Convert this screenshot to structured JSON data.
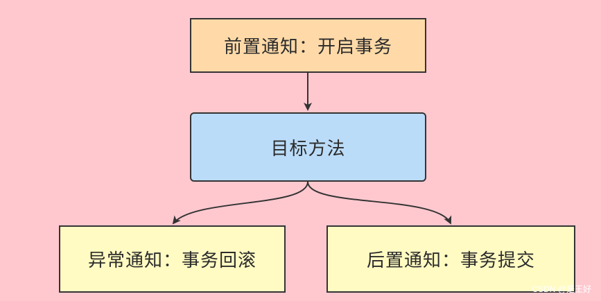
{
  "nodes": {
    "before_advice": "前置通知：开启事务",
    "target_method": "目标方法",
    "exception_advice": "异常通知：事务回滚",
    "after_advice": "后置通知：事务提交"
  },
  "edges": [
    {
      "from": "before_advice",
      "to": "target_method"
    },
    {
      "from": "target_method",
      "to": "exception_advice"
    },
    {
      "from": "target_method",
      "to": "after_advice"
    }
  ],
  "colors": {
    "background": "#ffc8cf",
    "before_fill": "#ffdaa8",
    "target_fill": "#bbdcf8",
    "outcome_fill": "#fffbc3",
    "stroke": "#333333"
  },
  "watermark": "CSDN @是王好"
}
